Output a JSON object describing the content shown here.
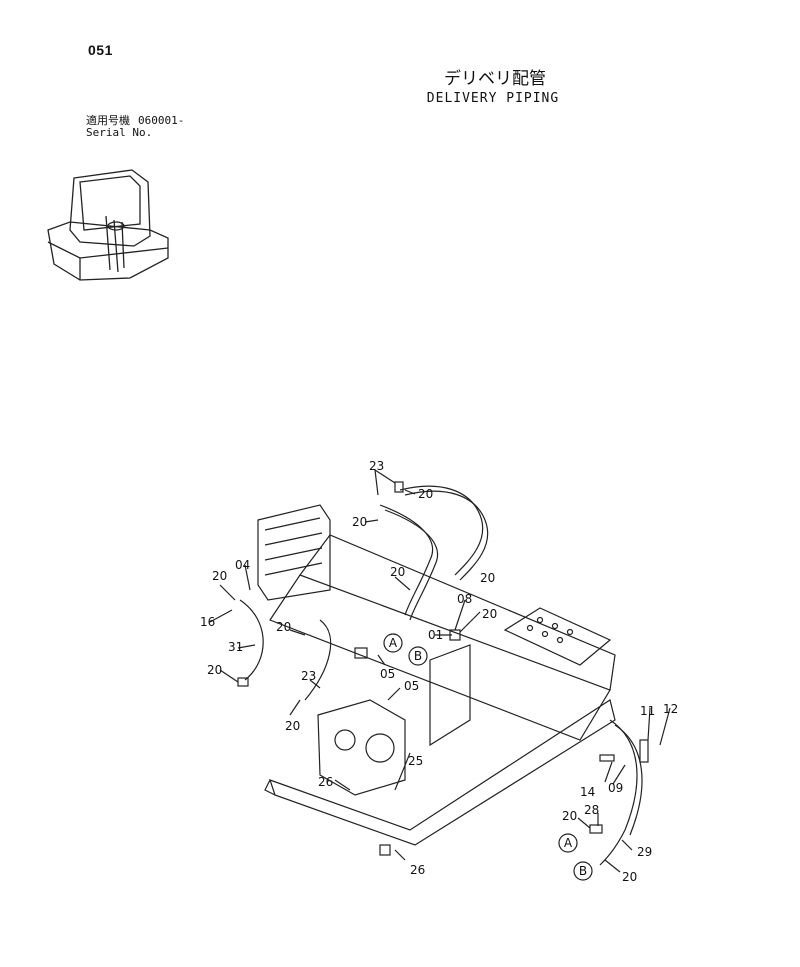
{
  "page_number": "051",
  "title_jp": "デリベリ配管",
  "title_en": "DELIVERY PIPING",
  "serial": {
    "label_jp": "適用号機",
    "value": "060001-",
    "label_en": "Serial No."
  },
  "callouts": {
    "c23_top": "23",
    "c20_top": "20",
    "c20_a": "20",
    "c20_b": "20",
    "c20_c": "20",
    "c04": "04",
    "c20_d": "20",
    "c16": "16",
    "c20_e": "20",
    "c31": "31",
    "c20_f": "20",
    "c23_mid": "23",
    "c20_g": "20",
    "c08": "08",
    "c20_h": "20",
    "c01": "01",
    "c05_a": "05",
    "c05_b": "05",
    "c25": "25",
    "c26_a": "26",
    "c26_b": "26",
    "c11": "11",
    "c12": "12",
    "c14": "14",
    "c09": "09",
    "c20_i": "20",
    "c28": "28",
    "c29": "29",
    "c20_j": "20"
  },
  "markers": {
    "a_top": "A",
    "b_top": "B",
    "a_bottom": "A",
    "b_bottom": "B"
  }
}
